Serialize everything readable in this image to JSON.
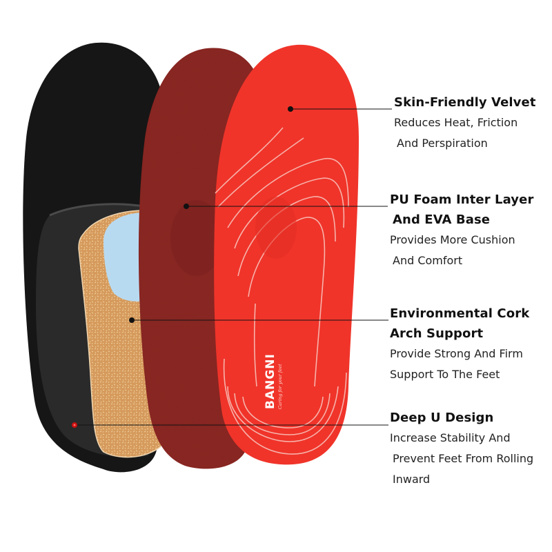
{
  "colors": {
    "background": "#ffffff",
    "black_insole": "#1c1c1c",
    "black_insole_inner": "#262626",
    "burgundy_layer": "#8e2a28",
    "red_top": "#f0342a",
    "cork": "#d9a066",
    "arch_pad": "#b8daf0",
    "contour_lines": "#f7b3ab",
    "leader_line": "#111111",
    "dot_black": "#111111",
    "dot_red": "#cc1111",
    "text": "#111111"
  },
  "brand": {
    "logo": "BANGNI",
    "tagline": "Caring for your feet"
  },
  "callouts": [
    {
      "title_lines": [
        "Skin-Friendly Velvet"
      ],
      "desc_lines": [
        "Reduces Heat, Friction",
        "And Perspiration"
      ]
    },
    {
      "title_lines": [
        "PU Foam Inter Layer",
        "And EVA Base"
      ],
      "desc_lines": [
        "Provides More Cushion",
        "And Comfort"
      ]
    },
    {
      "title_lines": [
        "Environmental Cork",
        "Arch Support"
      ],
      "desc_lines": [
        "Provide Strong And Firm",
        "Support To The Feet"
      ]
    },
    {
      "title_lines": [
        "Deep U Design"
      ],
      "desc_lines": [
        "Increase Stability And",
        "Prevent Feet From Rolling",
        "Inward"
      ]
    }
  ]
}
